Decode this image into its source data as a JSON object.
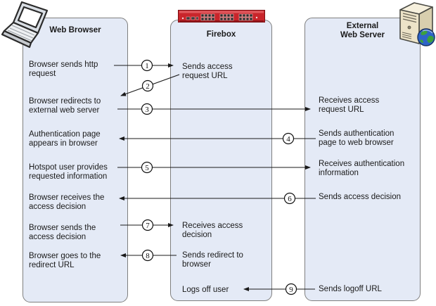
{
  "diagram": {
    "columns": [
      {
        "title": "Web Browser",
        "icon": "laptop-icon",
        "items": [
          "Browser sends http\nrequest",
          "Browser redirects to\nexternal web server",
          "Authentication page\nappears in browser",
          "Hotspot user provides\nrequested information",
          "Browser receives the\naccess decision",
          "Browser sends the\naccess decision",
          "Browser goes to the\nredirect URL"
        ]
      },
      {
        "title": "Firebox",
        "icon": "firebox-appliance-icon",
        "items": [
          "Sends access\nrequest URL",
          "Receives access\ndecision",
          "Sends redirect to\nbrowser",
          "Logs off user"
        ]
      },
      {
        "title": "External\nWeb Server",
        "icon": "web-server-icon",
        "items": [
          "Receives access\nrequest URL",
          "Sends authentication\npage to web browser",
          "Receives authentication\ninformation",
          "Sends access decision",
          "Sends logoff URL"
        ]
      }
    ],
    "steps": [
      {
        "number": "1",
        "direction": "right"
      },
      {
        "number": "2",
        "direction": "left"
      },
      {
        "number": "3",
        "direction": "right"
      },
      {
        "number": "4",
        "direction": "left"
      },
      {
        "number": "5",
        "direction": "right"
      },
      {
        "number": "6",
        "direction": "left"
      },
      {
        "number": "7",
        "direction": "right"
      },
      {
        "number": "8",
        "direction": "left"
      },
      {
        "number": "9",
        "direction": "left"
      }
    ]
  },
  "colors": {
    "box_fill": "#e4eaf6",
    "box_border": "#7f7f7f",
    "arrow": "#1a1a1a",
    "firebox_red": "#c9252b",
    "server_beige": "#ece3c8",
    "globe_blue": "#2e64c8",
    "globe_green": "#3da03d"
  }
}
